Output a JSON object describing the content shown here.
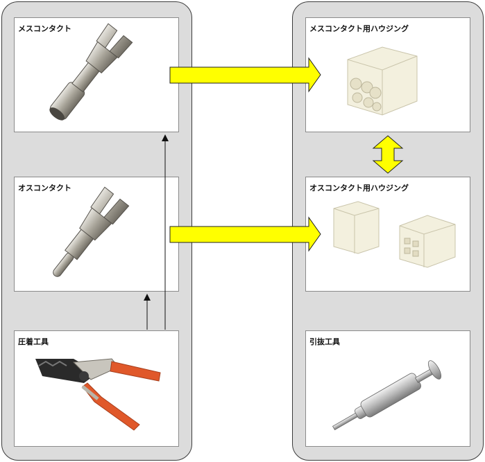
{
  "cards": {
    "female_contact": {
      "label": "メスコンタクト"
    },
    "male_contact": {
      "label": "オスコンタクト"
    },
    "crimp_tool": {
      "label": "圧着工具"
    },
    "female_housing": {
      "label": "メスコンタクト用ハウジング"
    },
    "male_housing": {
      "label": "オスコンタクト用ハウジング"
    },
    "extraction_tool": {
      "label": "引抜工具"
    }
  },
  "colors": {
    "panel_bg": "#dcdcdc",
    "arrow_yellow": "#ffff00",
    "housing_white": "#f3f0de",
    "metal": "#b8b4a8",
    "tool_orange": "#e0582a"
  },
  "icons": {
    "female_contact": "female-contact-pin-icon",
    "male_contact": "male-contact-pin-icon",
    "crimp_tool": "crimping-pliers-icon",
    "female_housing": "female-housing-connector-icon",
    "male_housing": "male-housing-connector-icon",
    "extraction_tool": "extraction-tool-icon"
  }
}
